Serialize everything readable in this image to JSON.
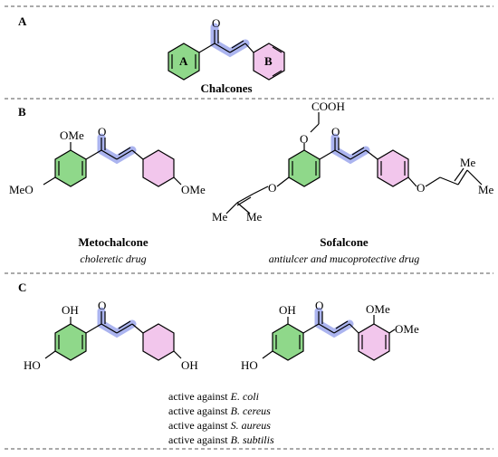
{
  "panels": {
    "a": "A",
    "b": "B",
    "c": "C"
  },
  "ring_labels": {
    "ring_a": "A",
    "ring_b": "B"
  },
  "panel_a": {
    "title": "Chalcones"
  },
  "panel_b": {
    "metochalcone": {
      "name": "Metochalcone",
      "use": "choleretic drug"
    },
    "sofalcone": {
      "name": "Sofalcone",
      "use": "antiulcer and mucoprotective drug"
    }
  },
  "atom_labels": {
    "o": "O",
    "ome": "OMe",
    "meo": "MeO",
    "cooh": "COOH",
    "me": "Me",
    "oh": "OH",
    "ho": "HO"
  },
  "panel_c": {
    "activities": [
      {
        "prefix": "active against ",
        "organism": "E. coli"
      },
      {
        "prefix": "active against ",
        "organism": "B. cereus"
      },
      {
        "prefix": "active against ",
        "organism": "S. aureus"
      },
      {
        "prefix": "active against ",
        "organism": "B. subtilis"
      }
    ]
  },
  "colors": {
    "ring_green": "#8fd88a",
    "ring_pink": "#f2c6ec",
    "enone_blue": "#8f9bea",
    "divider": "#555555"
  }
}
